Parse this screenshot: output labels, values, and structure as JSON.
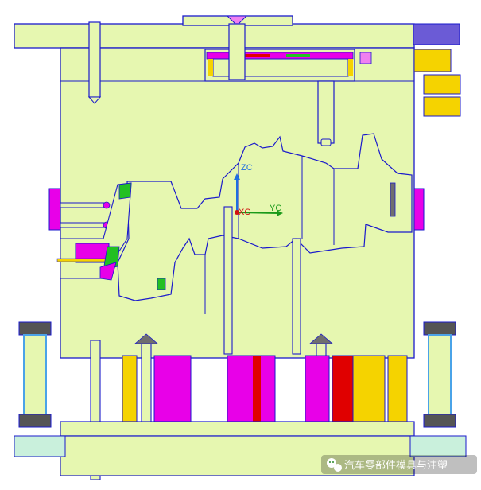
{
  "scene": {
    "type": "cad-mold-section-view",
    "background": "#ffffff",
    "colors": {
      "plate": "#e6f7b0",
      "outline": "#1a1acc",
      "magenta": "#e800e8",
      "yellow": "#f5d300",
      "red": "#e00000",
      "green": "#22c022",
      "steel": "#c8c8c8",
      "cyan_base": "#c9f0dc",
      "blue_cylinder": "#4aa3e8",
      "purple": "#6b5bd6",
      "pink": "#f080f0"
    }
  },
  "axes": {
    "z_label": "ZC",
    "y_label": "YC",
    "x_label": "XC",
    "z_color": "#1e6fe0",
    "y_color": "#1a9a1a",
    "x_color": "#d01010"
  },
  "watermark": {
    "text": "汽车零部件模具与注塑",
    "icon": "wechat-icon"
  }
}
